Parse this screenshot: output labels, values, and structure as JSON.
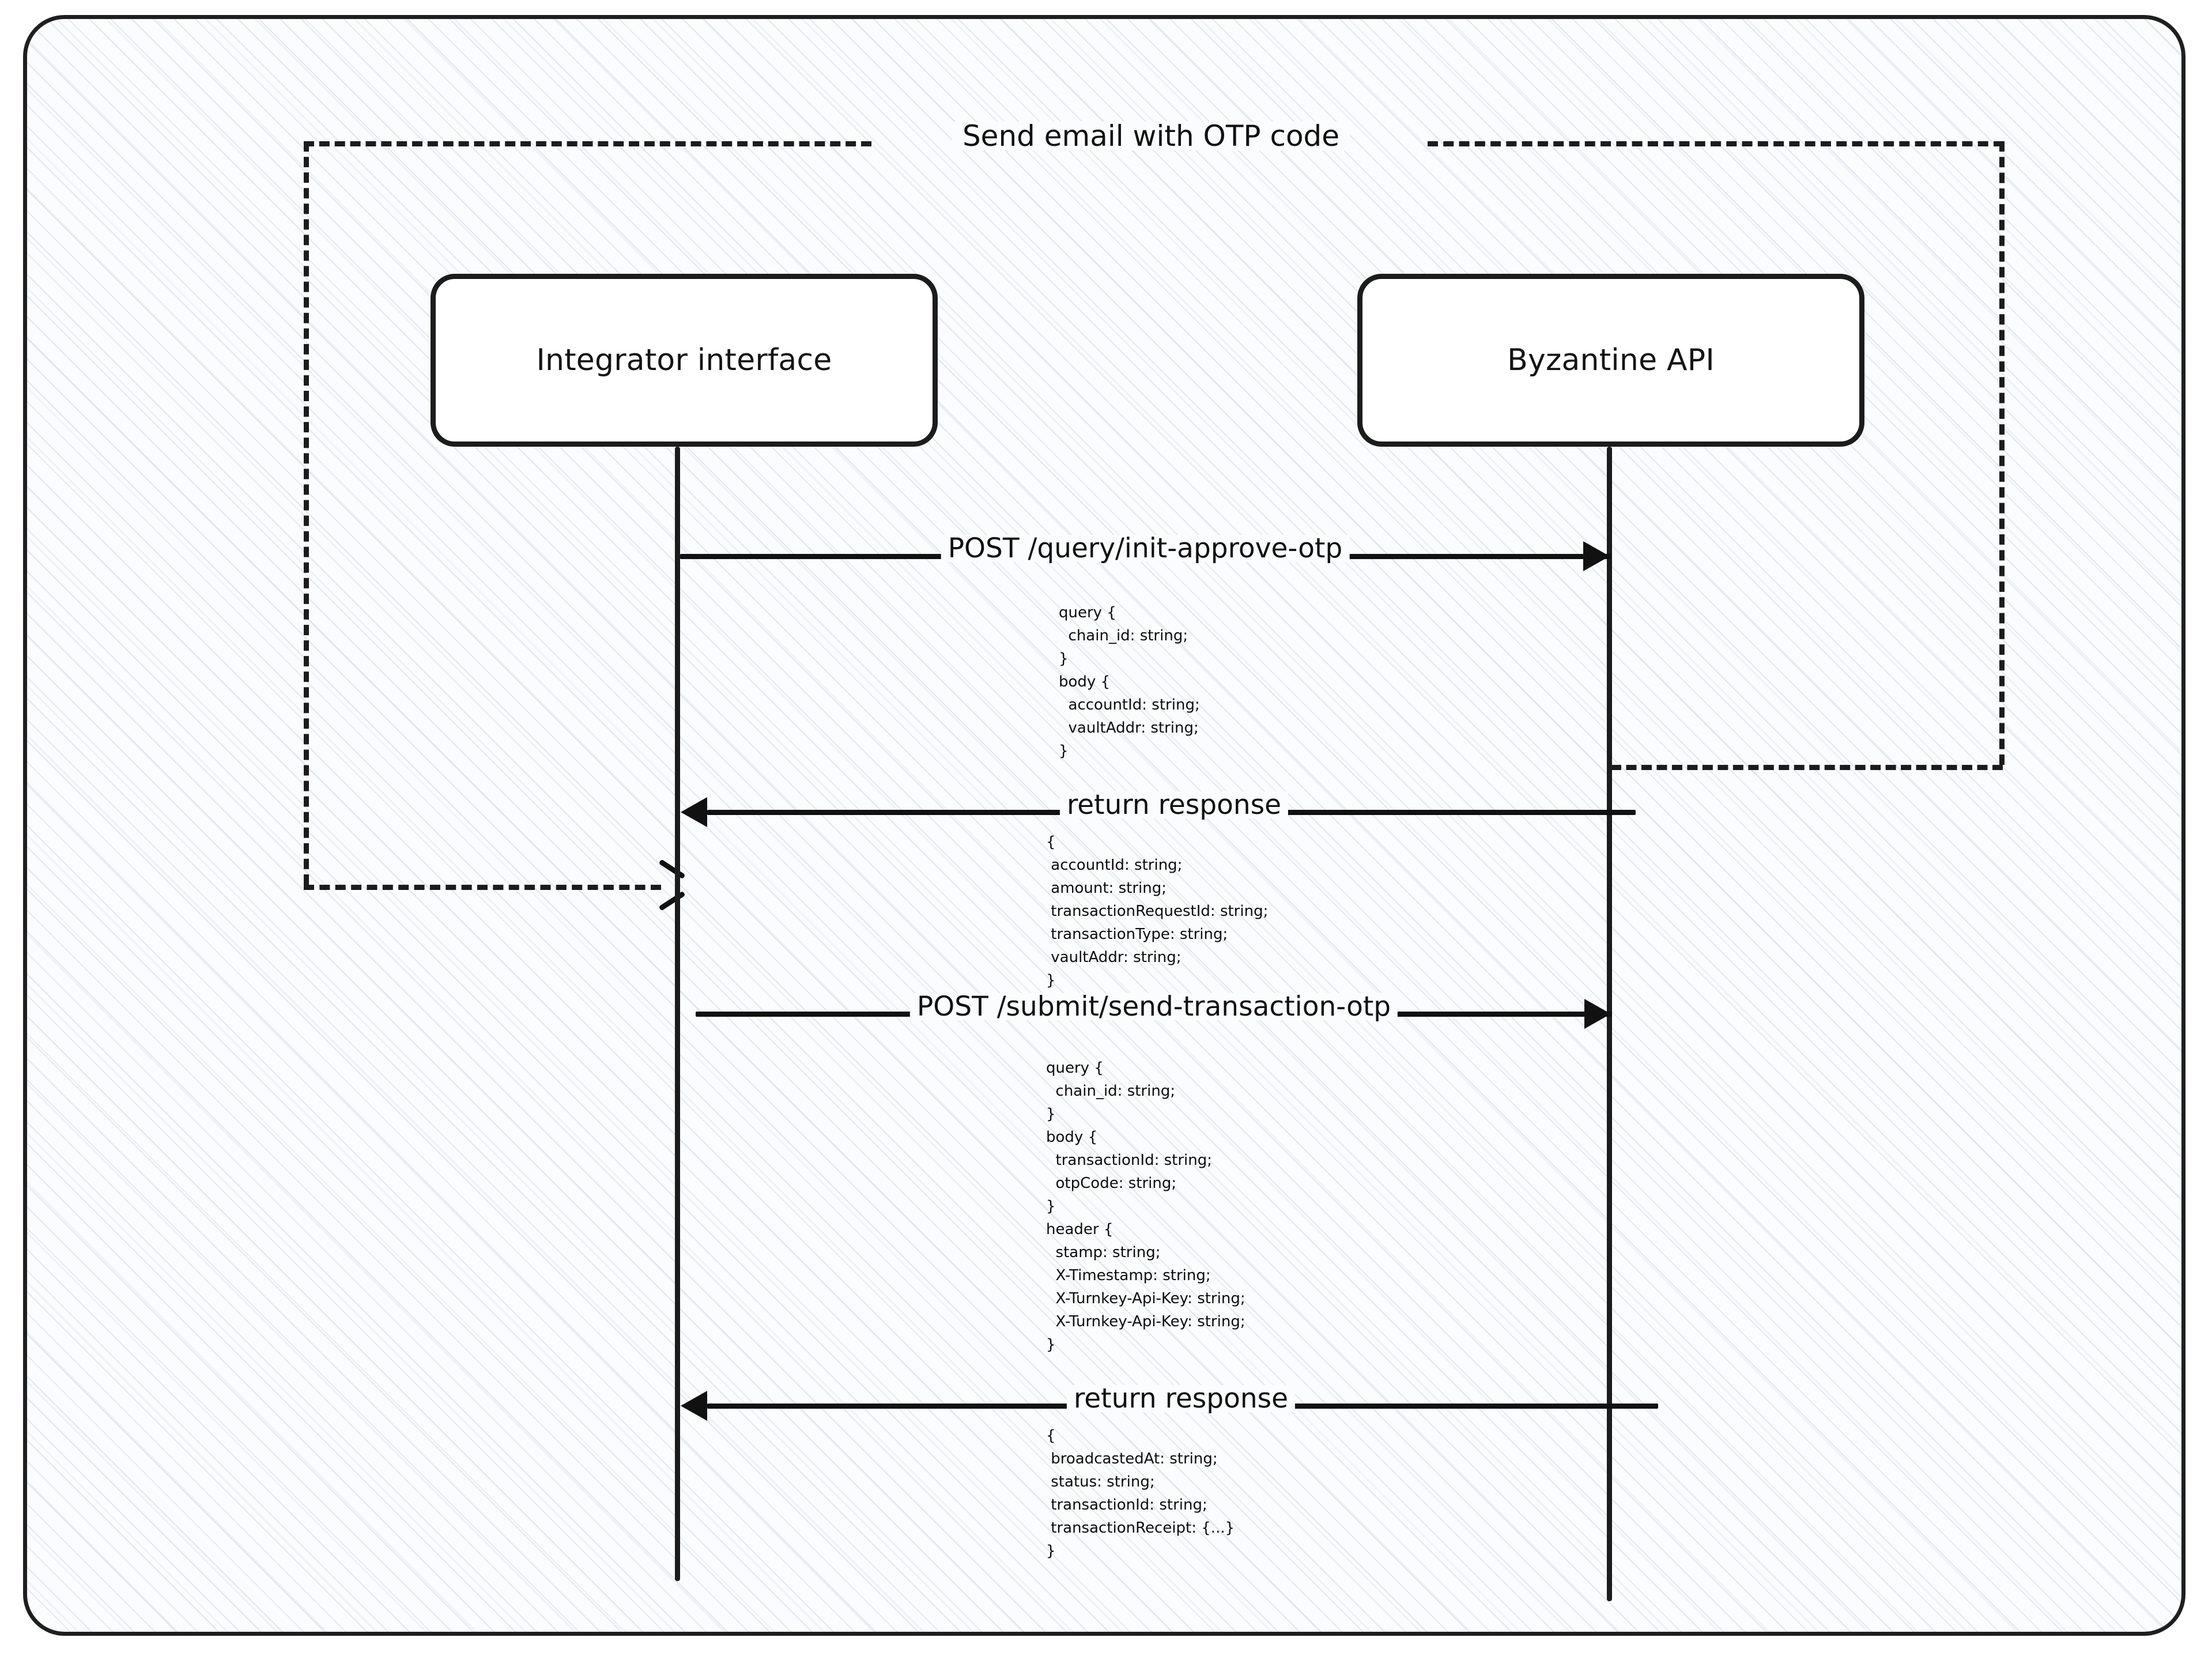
{
  "diagram": {
    "type": "sequence-diagram",
    "fragment": {
      "title": "Send email with OTP code",
      "style": "dashed"
    },
    "participants": [
      {
        "id": "integrator",
        "label": "Integrator interface"
      },
      {
        "id": "byzantine",
        "label": "Byzantine API"
      }
    ],
    "messages": [
      {
        "index": 1,
        "label": "POST /query/init-approve-otp",
        "from": "integrator",
        "to": "byzantine",
        "direction": "right",
        "style": "solid",
        "note": "query {\n  chain_id: string;\n}\nbody {\n  accountId: string;\n  vaultAddr: string;\n}"
      },
      {
        "index": 2,
        "label": "return response",
        "from": "byzantine",
        "to": "integrator",
        "direction": "left",
        "style": "solid",
        "note": "{\n accountId: string;\n amount: string;\n transactionRequestId: string;\n transactionType: string;\n vaultAddr: string;\n}"
      },
      {
        "index": 3,
        "label": "POST /submit/send-transaction-otp",
        "from": "integrator",
        "to": "byzantine",
        "direction": "right",
        "style": "solid",
        "note": "query {\n  chain_id: string;\n}\nbody {\n  transactionId: string;\n  otpCode: string;\n}\nheader {\n  stamp: string;\n  X-Timestamp: string;\n  X-Turnkey-Api-Key: string;\n  X-Turnkey-Api-Key: string;\n}"
      },
      {
        "index": 4,
        "label": "return response",
        "from": "byzantine",
        "to": "integrator",
        "direction": "left",
        "style": "solid",
        "note": "{\n broadcastedAt: string;\n status: string;\n transactionId: string;\n transactionReceipt: {...}\n}"
      }
    ],
    "colors": {
      "stroke": "#1c1c1c",
      "text": "#101010",
      "background": "#fbfcfd",
      "hatch": "#cdd6e2"
    }
  }
}
